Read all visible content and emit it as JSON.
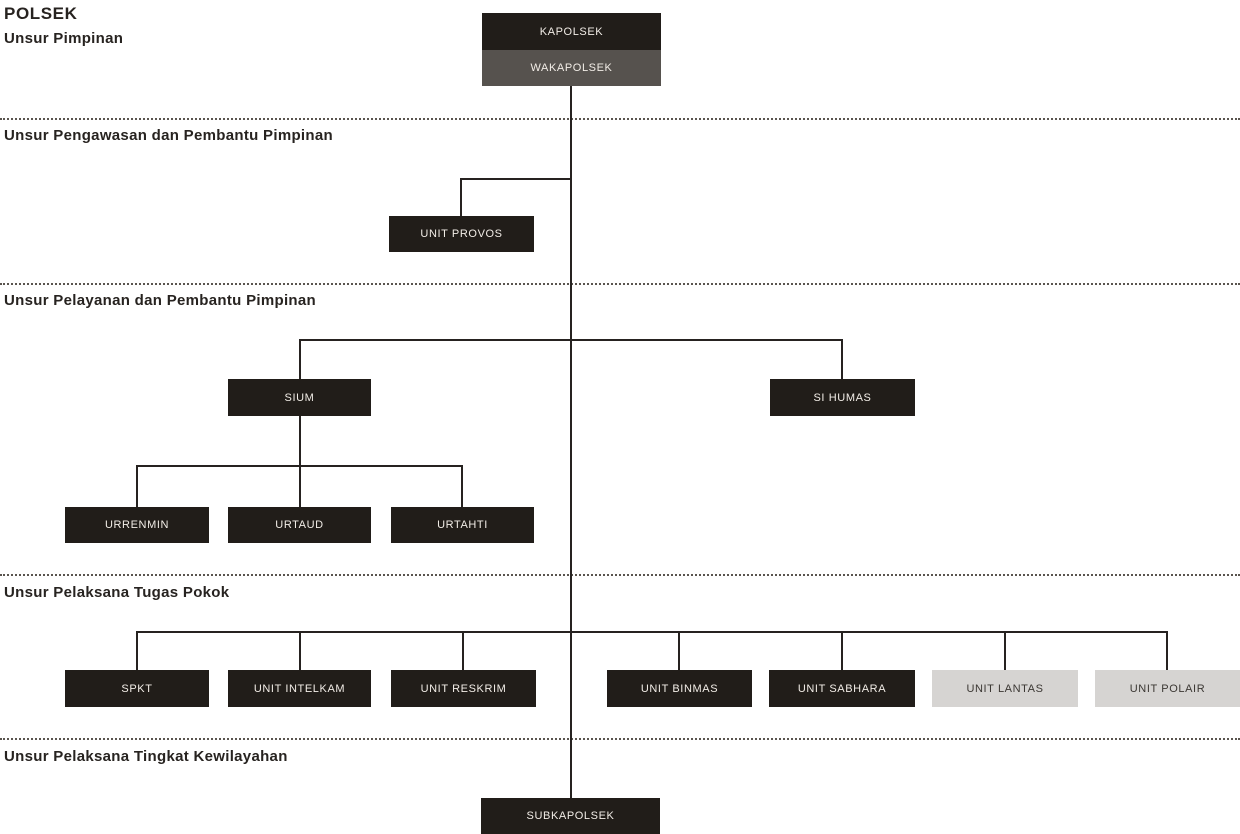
{
  "title": "POLSEK",
  "sections": [
    {
      "label": "Unsur Pimpinan"
    },
    {
      "label": "Unsur Pengawasan dan Pembantu Pimpinan"
    },
    {
      "label": "Unsur Pelayanan dan Pembantu Pimpinan"
    },
    {
      "label": "Unsur Pelaksana Tugas Pokok"
    },
    {
      "label": "Unsur Pelaksana Tingkat Kewilayahan"
    }
  ],
  "nodes": {
    "kapolsek": {
      "label": "KAPOLSEK"
    },
    "wakapolsek": {
      "label": "WAKAPOLSEK"
    },
    "unit_provos": {
      "label": "UNIT PROVOS"
    },
    "sium": {
      "label": "SIUM"
    },
    "si_humas": {
      "label": "SI HUMAS"
    },
    "urrenmin": {
      "label": "URRENMIN"
    },
    "urtaud": {
      "label": "URTAUD"
    },
    "urtahti": {
      "label": "URTAHTI"
    },
    "spkt": {
      "label": "SPKT"
    },
    "unit_intelkam": {
      "label": "UNIT INTELKAM"
    },
    "unit_reskrim": {
      "label": "UNIT RESKRIM"
    },
    "unit_binmas": {
      "label": "UNIT BINMAS"
    },
    "unit_sabhara": {
      "label": "UNIT SABHARA"
    },
    "unit_lantas": {
      "label": "UNIT LANTAS"
    },
    "unit_polair": {
      "label": "UNIT POLAIR"
    },
    "subkapolsek": {
      "label": "SUBKAPOLSEK"
    }
  },
  "colors": {
    "node_dark": "#211d19",
    "node_gray": "#56524e",
    "node_light": "#d6d4d2",
    "node_text_light": "#f2ede7",
    "node_text_dark": "#3b3733",
    "line": "#262220",
    "heading": "#272320",
    "divider": "#5a554f",
    "background": "#ffffff"
  }
}
